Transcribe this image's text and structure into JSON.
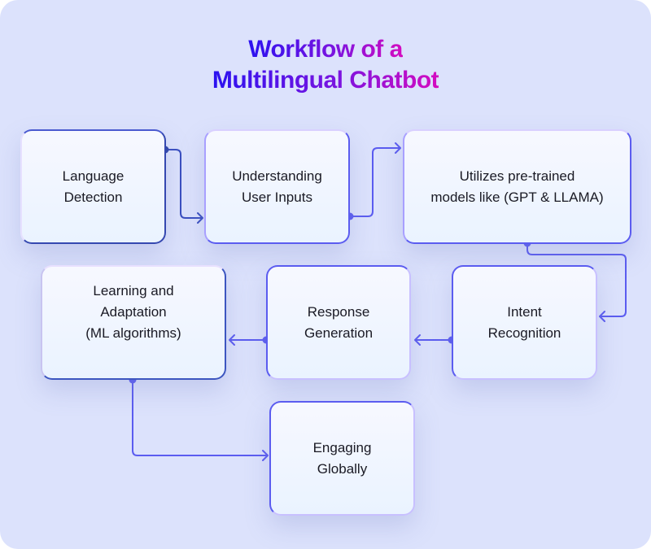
{
  "title": {
    "line1": "Workflow of a",
    "line2": "Multilingual Chatbot"
  },
  "steps": [
    {
      "line1": "Language",
      "line2": "Detection"
    },
    {
      "line1": "Understanding",
      "line2": "User Inputs"
    },
    {
      "line1": "Utilizes pre-trained",
      "line2": "models like (GPT & LLAMA)"
    },
    {
      "line1": "Intent",
      "line2": "Recognition"
    },
    {
      "line1": "Response",
      "line2": "Generation"
    },
    {
      "line1": "Learning and",
      "line2": "Adaptation",
      "line3": "(ML algorithms)"
    },
    {
      "line1": "Engaging",
      "line2": "Globally"
    }
  ],
  "colors": {
    "connector": "#5b5cf0",
    "connector_dark": "#3548b0",
    "background": "#dce2fc"
  }
}
